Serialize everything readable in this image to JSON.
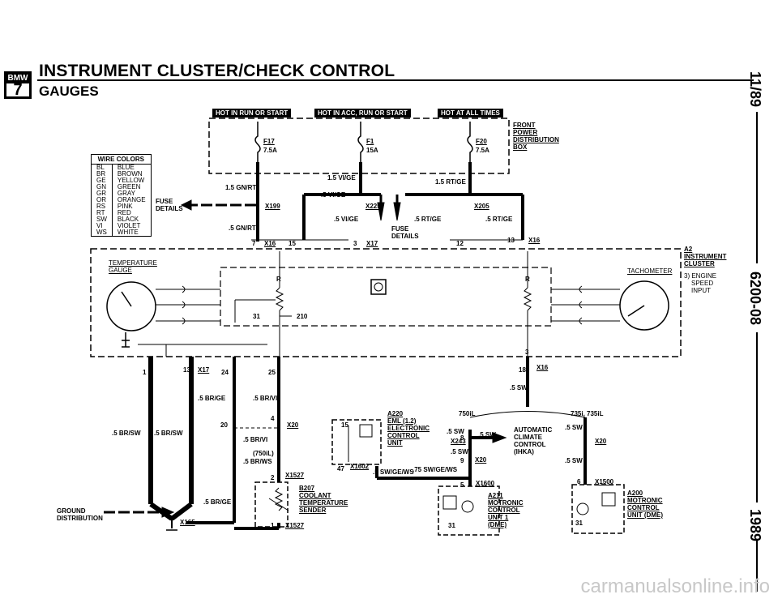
{
  "header": {
    "logo_brand": "BMW",
    "logo_model": "7",
    "title": "INSTRUMENT CLUSTER/CHECK CONTROL",
    "subtitle": "GAUGES"
  },
  "side": {
    "date": "11/89",
    "page_code": "6200-08",
    "year": "1989"
  },
  "power_badges": [
    "HOT IN RUN OR START",
    "HOT IN ACC, RUN OR START",
    "HOT AT ALL TIMES"
  ],
  "fuses": [
    {
      "id": "F17",
      "amp": "7.5A"
    },
    {
      "id": "F1",
      "amp": "15A"
    },
    {
      "id": "F20",
      "amp": "7.5A"
    }
  ],
  "front_box": [
    "FRONT",
    "POWER",
    "DISTRIBUTION",
    "BOX"
  ],
  "wire_colors": {
    "header": "WIRE COLORS",
    "rows": [
      [
        "BL",
        "BLUE"
      ],
      [
        "BR",
        "BROWN"
      ],
      [
        "GE",
        "YELLOW"
      ],
      [
        "GN",
        "GREEN"
      ],
      [
        "GR",
        "GRAY"
      ],
      [
        "OR",
        "ORANGE"
      ],
      [
        "RS",
        "PINK"
      ],
      [
        "RT",
        "RED"
      ],
      [
        "SW",
        "BLACK"
      ],
      [
        "VI",
        "VIOLET"
      ],
      [
        "WS",
        "WHITE"
      ]
    ]
  },
  "wires": {
    "w1": "1.5 GN/RT",
    "w2": "1.5 VI/GE",
    "w3": "1.5 RT/GE",
    "w4": ".5 VI/GE",
    "w5": ".5 VI/GE",
    "w6": ".5 RT/GE",
    "w7": ".5 RT/GE",
    "w8": ".5 GN/RT",
    "w9": ".5 BR/GE",
    "w10": ".5 BR/VI",
    "w11": ".5 BR/VI",
    "w12": "(750iL)",
    "w13": ".5 BR/WS",
    "w14": ".5 BR/SW",
    "w15": ".5 BR/SW",
    "w16": ".5 BR/GE",
    "w17": ".5 SW",
    "w18": ".5 SW",
    "w19": ".5 SW",
    "w20": ".5 SW",
    "w21": ".75 SW/GE/WS",
    "w22": ".5 SW/GE/WS",
    "w23": ".5 SW",
    "w24": ".5 SW"
  },
  "labels": {
    "fuse_details_left": [
      "FUSE",
      "DETAILS"
    ],
    "fuse_details_mid": [
      "FUSE",
      "DETAILS"
    ],
    "x199": "X199",
    "x225": "X225",
    "x205": "X205",
    "x16a": "X16",
    "x17a": "X17",
    "x16b": "X16",
    "x16c": "X16",
    "x17b": "X17",
    "x20a": "X20",
    "x1527a": "X1527",
    "x1527b": "X1527",
    "x165": "X165",
    "x1602": "X1602",
    "x243": "X243",
    "x20b": "X20",
    "x20c": "X20",
    "x1600": "X1600",
    "x1500": "X1500",
    "p7": "7",
    "p15": "15",
    "p3": "3",
    "p12": "12",
    "p13": "13",
    "p1": "1",
    "p13b": "13",
    "p24": "24",
    "p25": "25",
    "p18": "18",
    "p3b": "3",
    "p4": "4",
    "p20": "20",
    "p2": "2",
    "p1b": "1",
    "p47": "47",
    "p15b": "15",
    "p8": "8",
    "p9": "9",
    "p5": "5",
    "p6": "6",
    "p31a": "31",
    "p210": "210",
    "p31b": "31",
    "p31c": "31",
    "r1": "R",
    "r2": "R",
    "a2": [
      "A2",
      "INSTRUMENT",
      "CLUSTER"
    ],
    "engine_speed": [
      "3) ENGINE",
      "SPEED",
      "INPUT"
    ],
    "temp_gauge": [
      "TEMPERATURE",
      "GAUGE"
    ],
    "tach": "TACHOMETER",
    "ground": [
      "GROUND",
      "DISTRIBUTION"
    ],
    "b207": [
      "B207",
      "COOLANT",
      "TEMPERATURE",
      "SENDER"
    ],
    "a220": [
      "A220",
      "EML (1.2)",
      "ELECTRONIC",
      "CONTROL",
      "UNIT"
    ],
    "variant_750": "750iL",
    "variant_735": "735i, 735iL",
    "climate": [
      "AUTOMATIC",
      "CLIMATE",
      "CONTROL",
      "(IHKA)"
    ],
    "a211": [
      "A211",
      "MOTRONIC",
      "CONTROL",
      "UNIT 1",
      "(DME)"
    ],
    "a200": [
      "A200",
      "MOTRONIC",
      "CONTROL",
      "UNIT (DME)"
    ]
  },
  "watermark": "carmanualsonline.info"
}
